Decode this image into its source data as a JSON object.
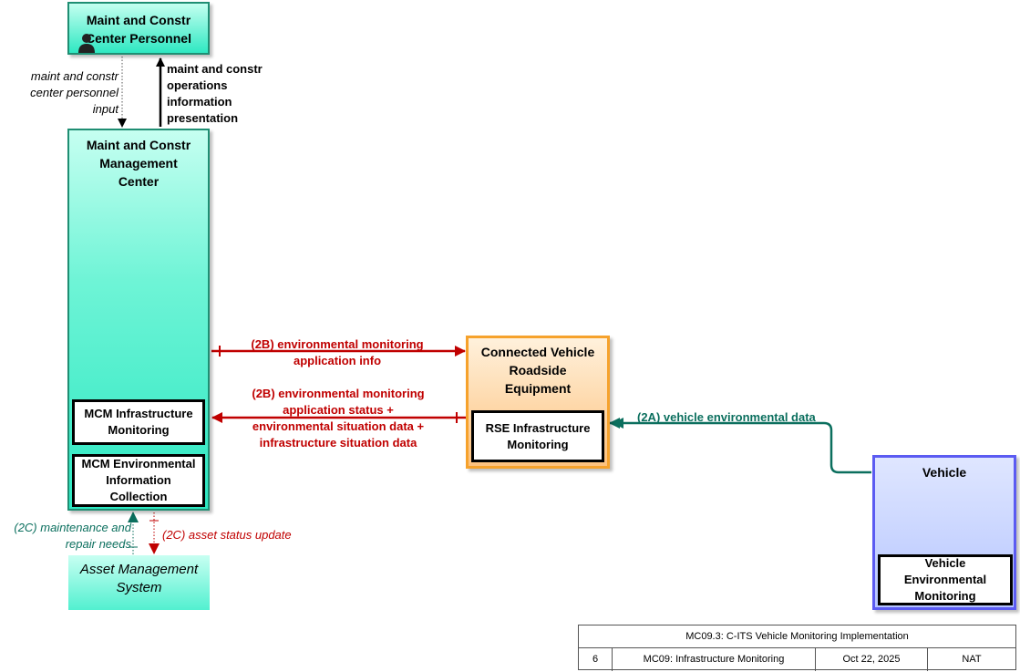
{
  "entities": {
    "personnel": {
      "title": "Maint and Constr Center Personnel",
      "icon": "person-icon"
    },
    "mcm": {
      "title": "Maint and Constr Management Center",
      "functions": [
        "MCM Infrastructure Monitoring",
        "MCM Environmental Information Collection"
      ]
    },
    "asset": {
      "title": "Asset Management System"
    },
    "rse": {
      "title": "Connected Vehicle Roadside Equipment",
      "function": "RSE Infrastructure Monitoring"
    },
    "vehicle": {
      "title": "Vehicle",
      "function": "Vehicle Environmental Monitoring"
    }
  },
  "flows": {
    "personnel_input": "maint and constr center personnel input",
    "presentation": "maint and constr operations information presentation",
    "env_app_info": "(2B) environmental monitoring application info",
    "env_status": "(2B) environmental monitoring application status + environmental situation data + infrastructure situation data",
    "vehicle_env": "(2A) vehicle environmental data",
    "maint_needs": "(2C) maintenance and repair needs",
    "asset_status": "(2C) asset status update"
  },
  "legend": {
    "title": "MC09.3: C-ITS Vehicle Monitoring Implementation",
    "page": "6",
    "service": "MC09: Infrastructure Monitoring",
    "date": "Oct 22, 2025",
    "scope": "NAT"
  },
  "colors": {
    "center": "#2ee8c2",
    "field": "#fdc27e",
    "vehicle": "#b6c6ff",
    "flow_red": "#c00000",
    "flow_teal": "#0b6f5e"
  }
}
